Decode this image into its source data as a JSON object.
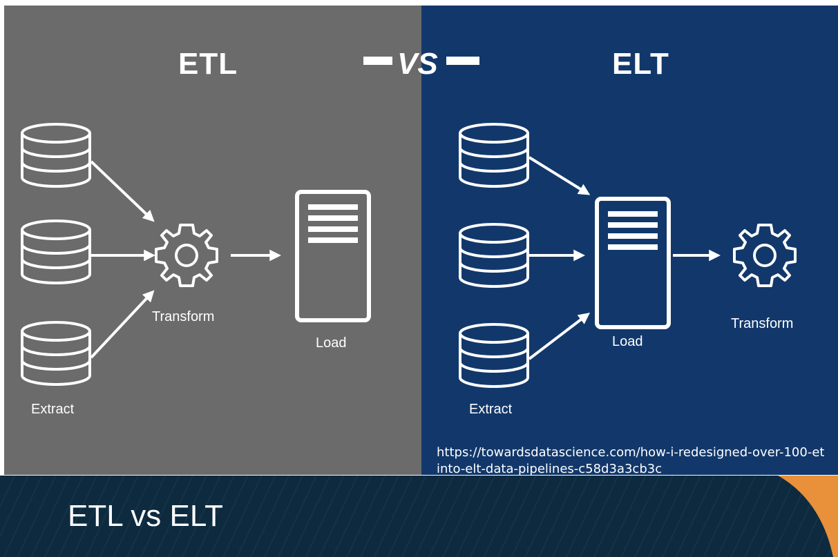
{
  "etl": {
    "title": "ETL",
    "extract_label": "Extract",
    "transform_label": "Transform",
    "load_label": "Load",
    "panel_color": "#6b6b6b"
  },
  "vs_text": "VS",
  "elt": {
    "title": "ELT",
    "extract_label": "Extract",
    "load_label": "Load",
    "transform_label": "Transform",
    "panel_color": "#12386b"
  },
  "source": {
    "line1": "https://towardsdatascience.com/how-i-redesigned-over-100-et",
    "line2": "into-elt-data-pipelines-c58d3a3cb3c"
  },
  "footer": {
    "title": "ETL vs ELT",
    "accent_color": "#e8903a"
  },
  "icons": [
    "database-icon",
    "gear-icon",
    "server-document-icon",
    "arrow-icon"
  ]
}
